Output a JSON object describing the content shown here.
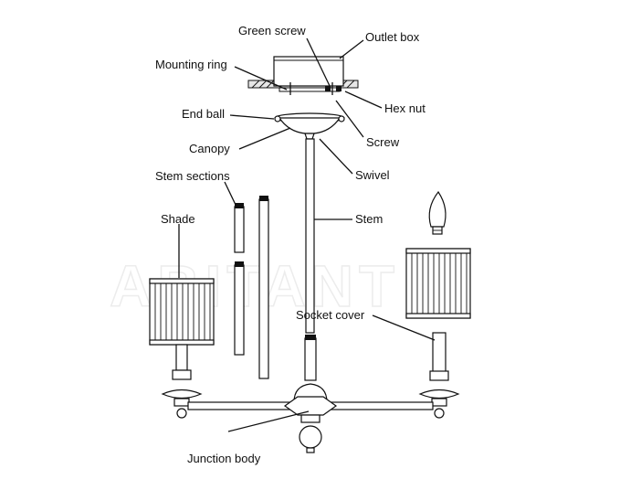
{
  "watermark": "ABITANT",
  "labels": {
    "green_screw": "Green screw",
    "outlet_box": "Outlet box",
    "mounting_ring": "Mounting ring",
    "hex_nut": "Hex nut",
    "end_ball": "End ball",
    "screw": "Screw",
    "canopy": "Canopy",
    "swivel": "Swivel",
    "stem_sections": "Stem sections",
    "stem": "Stem",
    "shade": "Shade",
    "socket_cover": "Socket cover",
    "junction_body": "Junction body"
  }
}
